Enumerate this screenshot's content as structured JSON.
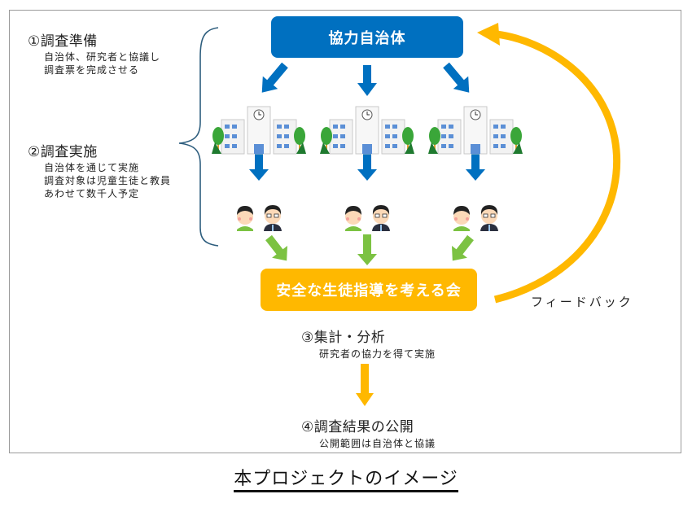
{
  "caption": "本プロジェクトのイメージ",
  "boxes": {
    "partner": {
      "label": "協力自治体",
      "color": "#0070c0"
    },
    "meeting": {
      "label": "安全な生徒指導を考える会",
      "color": "#ffb800"
    }
  },
  "steps": [
    {
      "title": "①調査準備",
      "lines": [
        "自治体、研究者と協議し",
        "調査票を完成させる"
      ]
    },
    {
      "title": "②調査実施",
      "lines": [
        "自治体を通じて実施",
        "調査対象は児童生徒と教員",
        "あわせて数千人予定"
      ]
    },
    {
      "title": "③集計・分析",
      "lines": [
        "研究者の協力を得て実施"
      ]
    },
    {
      "title": "④調査結果の公開",
      "lines": [
        "公開範囲は自治体と協議"
      ]
    }
  ],
  "feedback_label": "フィードバック",
  "schools": [
    {
      "icon": "school-building-icon",
      "people": [
        "student-icon",
        "teacher-icon"
      ]
    },
    {
      "icon": "school-building-icon",
      "people": [
        "student-icon",
        "teacher-icon"
      ]
    },
    {
      "icon": "school-building-icon",
      "people": [
        "student-icon",
        "teacher-icon"
      ]
    }
  ],
  "colors": {
    "blue_arrow": "#0070c0",
    "green_arrow": "#7cc242",
    "yellow_arrow": "#ffb800",
    "brace": "#2e5e7e"
  }
}
